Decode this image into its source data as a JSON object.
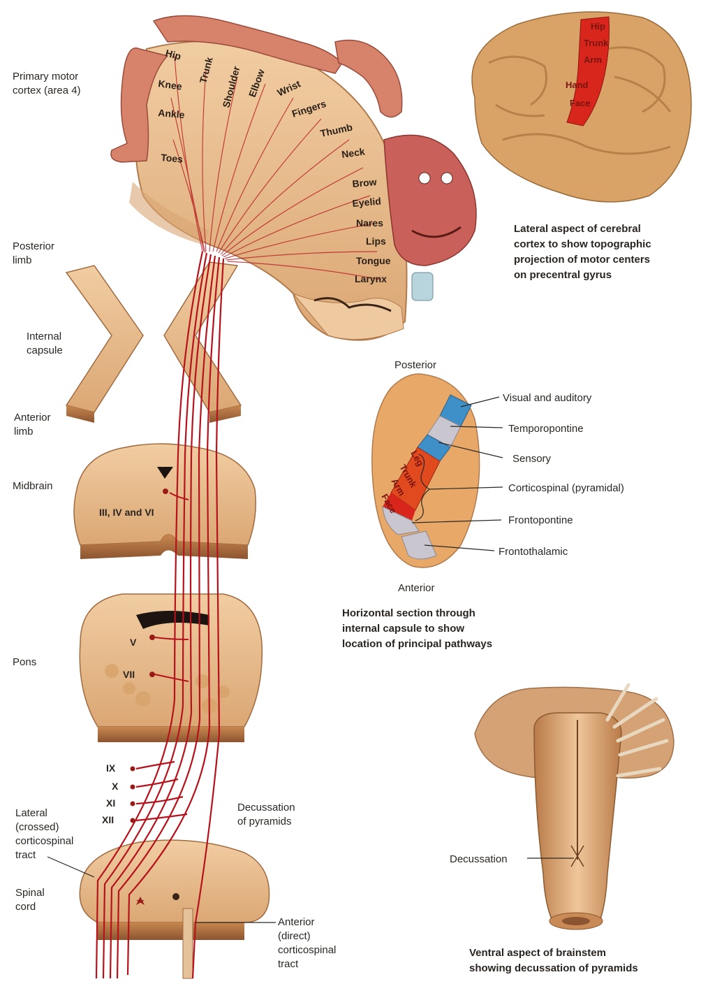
{
  "left_labels": {
    "primary_motor_cortex": "Primary motor\ncortex (area 4)",
    "posterior_limb": "Posterior\nlimb",
    "internal_capsule": "Internal\ncapsule",
    "anterior_limb": "Anterior\nlimb",
    "midbrain": "Midbrain",
    "pons": "Pons",
    "lateral_tract": "Lateral\n(crossed)\ncorticospinal\ntract",
    "spinal_cord": "Spinal\ncord"
  },
  "homunculus": [
    "Hip",
    "Trunk",
    "Shoulder",
    "Elbow",
    "Wrist",
    "Knee",
    "Ankle",
    "Toes",
    "Fingers",
    "Thumb",
    "Neck",
    "Brow",
    "Eyelid",
    "Nares",
    "Lips",
    "Tongue",
    "Larynx"
  ],
  "nuclei": {
    "midbrain": "III, IV and VI",
    "pons_v": "V",
    "pons_vii": "VII",
    "medulla": [
      "IX",
      "X",
      "XI",
      "XII"
    ]
  },
  "decussation_label": "Decussation\nof pyramids",
  "anterior_tract": "Anterior\n(direct)\ncorticospinal\ntract",
  "cortex_panel": {
    "inner": [
      "Hip",
      "Trunk",
      "Arm",
      "Hand",
      "Face"
    ],
    "caption": [
      "Lateral aspect of cerebral",
      "cortex to show topographic",
      "projection of motor centers",
      "on precentral gyrus"
    ]
  },
  "capsule_panel": {
    "posterior": "Posterior",
    "anterior": "Anterior",
    "inner": [
      "Leg",
      "Trunk",
      "Arm",
      "Face"
    ],
    "labels": [
      "Visual and auditory",
      "Temporopontine",
      "Sensory",
      "Corticospinal (pyramidal)",
      "Frontopontine",
      "Frontothalamic"
    ],
    "caption": [
      "Horizontal section through",
      "internal capsule to show",
      "location of principal pathways"
    ]
  },
  "brainstem_panel": {
    "decussation": "Decussation",
    "caption": [
      "Ventral aspect of brainstem",
      "showing decussation of pyramids"
    ]
  },
  "colors": {
    "tissue": "#e9bd8e",
    "tissue_dark": "#c98a55",
    "tract": "#b5121b",
    "motor_strip": "#d8261c",
    "visual_auditory": "#3f8fc8",
    "fronto_gray": "#c9c6cf"
  }
}
